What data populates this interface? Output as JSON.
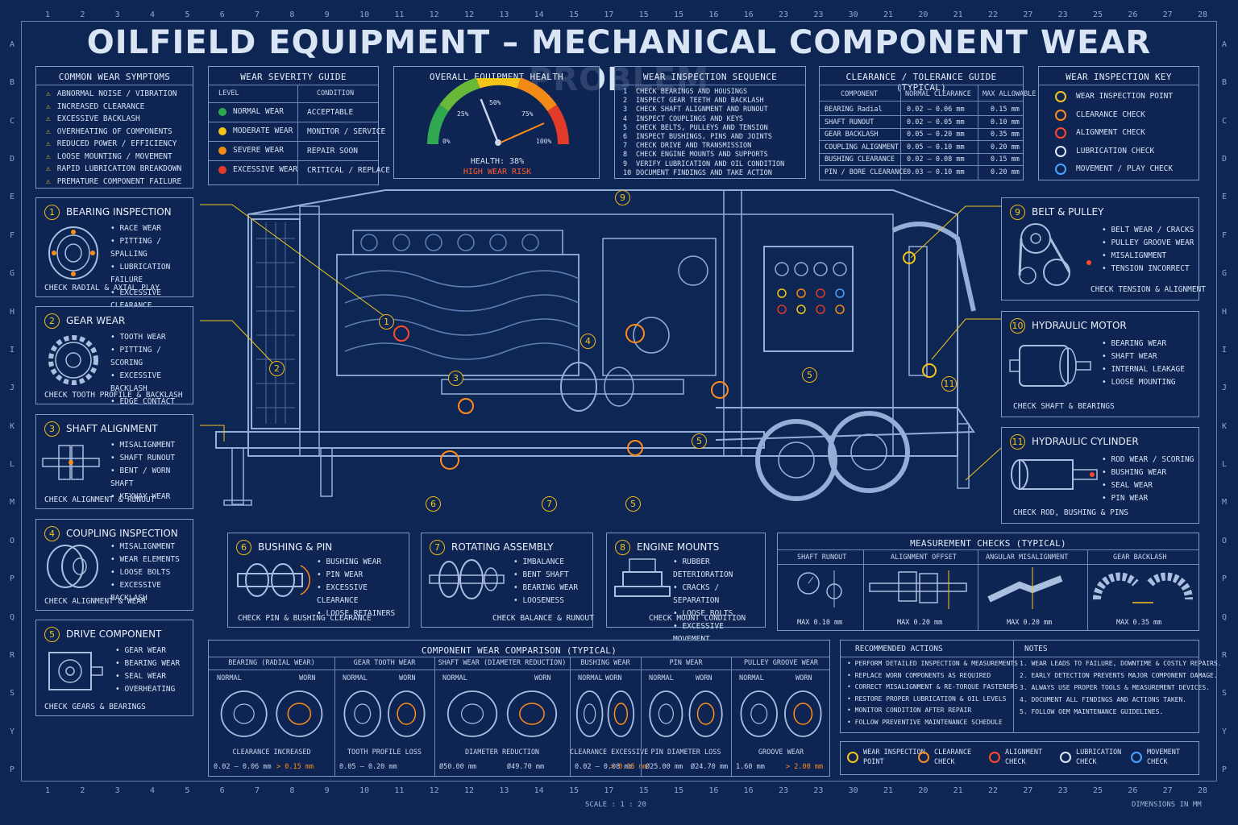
{
  "title": "OILFIELD EQUIPMENT – MECHANICAL COMPONENT WEAR PROBLEM",
  "ruler_top": [
    "1",
    "2",
    "3",
    "4",
    "5",
    "6",
    "7",
    "8",
    "9",
    "10",
    "11",
    "12",
    "12",
    "13",
    "14",
    "15",
    "17",
    "15",
    "15",
    "16",
    "16",
    "23",
    "23",
    "30",
    "21",
    "20",
    "21",
    "22",
    "27",
    "23",
    "25",
    "26",
    "27",
    "28"
  ],
  "ruler_left": [
    "A",
    "B",
    "C",
    "D",
    "E",
    "F",
    "G",
    "H",
    "I",
    "J",
    "K",
    "L",
    "M",
    "O",
    "P",
    "Q",
    "R",
    "S",
    "Y",
    "P"
  ],
  "symptoms": {
    "title": "COMMON WEAR SYMPTOMS",
    "items": [
      "ABNORMAL NOISE / VIBRATION",
      "INCREASED CLEARANCE",
      "EXCESSIVE BACKLASH",
      "OVERHEATING OF COMPONENTS",
      "REDUCED POWER / EFFICIENCY",
      "LOOSE MOUNTING / MOVEMENT",
      "RAPID LUBRICATION BREAKDOWN",
      "PREMATURE COMPONENT FAILURE"
    ]
  },
  "severity": {
    "title": "WEAR SEVERITY GUIDE",
    "col_level": "LEVEL",
    "col_condition": "CONDITION",
    "rows": [
      {
        "level": "NORMAL WEAR",
        "condition": "ACCEPTABLE",
        "color": "#2fa84f"
      },
      {
        "level": "MODERATE WEAR",
        "condition": "MONITOR / SERVICE",
        "color": "#f2c318"
      },
      {
        "level": "SEVERE WEAR",
        "condition": "REPAIR SOON",
        "color": "#f28a18"
      },
      {
        "level": "EXCESSIVE WEAR",
        "condition": "CRITICAL / REPLACE",
        "color": "#e23b2a"
      }
    ]
  },
  "health": {
    "title": "OVERALL EQUIPMENT HEALTH",
    "value": 38,
    "labels": [
      "0%",
      "25%",
      "50%",
      "75%",
      "100%"
    ],
    "health_text": "HEALTH: 38%",
    "risk_text": "HIGH WEAR RISK"
  },
  "sequence": {
    "title": "WEAR INSPECTION SEQUENCE",
    "items": [
      "CHECK BEARINGS AND HOUSINGS",
      "INSPECT GEAR TEETH AND BACKLASH",
      "CHECK SHAFT ALIGNMENT AND RUNOUT",
      "INSPECT COUPLINGS AND KEYS",
      "CHECK BELTS, PULLEYS AND TENSION",
      "INSPECT BUSHINGS, PINS AND JOINTS",
      "CHECK DRIVE AND TRANSMISSION",
      "CHECK ENGINE MOUNTS AND SUPPORTS",
      "VERIFY LUBRICATION AND OIL CONDITION",
      "DOCUMENT FINDINGS AND TAKE ACTION"
    ]
  },
  "clearance": {
    "title": "CLEARANCE / TOLERANCE GUIDE (TYPICAL)",
    "headers": [
      "COMPONENT",
      "NORMAL CLEARANCE",
      "MAX ALLOWABLE"
    ],
    "rows": [
      [
        "BEARING Radial",
        "0.02 – 0.06 mm",
        "0.15 mm"
      ],
      [
        "SHAFT RUNOUT",
        "0.02 – 0.05 mm",
        "0.10 mm"
      ],
      [
        "GEAR BACKLASH",
        "0.05 – 0.20 mm",
        "0.35 mm"
      ],
      [
        "COUPLING ALIGNMENT",
        "0.05 – 0.10 mm",
        "0.20 mm"
      ],
      [
        "BUSHING CLEARANCE",
        "0.02 – 0.08 mm",
        "0.15 mm"
      ],
      [
        "PIN / BORE CLEARANCE",
        "0.03 – 0.10 mm",
        "0.20 mm"
      ]
    ]
  },
  "key": {
    "title": "WEAR INSPECTION KEY",
    "items": [
      {
        "label": "WEAR INSPECTION POINT",
        "icon": "inspection-point-icon",
        "color": "#f5c518"
      },
      {
        "label": "CLEARANCE CHECK",
        "icon": "clearance-check-icon",
        "color": "#ff8c1a"
      },
      {
        "label": "ALIGNMENT CHECK",
        "icon": "alignment-check-icon",
        "color": "#ff4a2a"
      },
      {
        "label": "LUBRICATION CHECK",
        "icon": "lubrication-check-icon",
        "color": "#dfe8f6"
      },
      {
        "label": "MOVEMENT / PLAY CHECK",
        "icon": "movement-check-icon",
        "color": "#4aa3ff"
      }
    ]
  },
  "cards": {
    "c1": {
      "num": "1",
      "title": "BEARING INSPECTION",
      "items": [
        "RACE WEAR",
        "PITTING / SPALLING",
        "LUBRICATION FAILURE",
        "EXCESSIVE CLEARANCE"
      ],
      "foot": "CHECK RADIAL & AXIAL PLAY"
    },
    "c2": {
      "num": "2",
      "title": "GEAR WEAR",
      "items": [
        "TOOTH WEAR",
        "PITTING / SCORING",
        "EXCESSIVE BACKLASH",
        "EDGE CONTACT"
      ],
      "foot": "CHECK TOOTH PROFILE & BACKLASH"
    },
    "c3": {
      "num": "3",
      "title": "SHAFT ALIGNMENT",
      "items": [
        "MISALIGNMENT",
        "SHAFT RUNOUT",
        "BENT / WORN SHAFT",
        "KEYWAY WEAR"
      ],
      "foot": "CHECK ALIGNMENT & RUNOUT"
    },
    "c4": {
      "num": "4",
      "title": "COUPLING INSPECTION",
      "items": [
        "MISALIGNMENT",
        "WEAR ELEMENTS",
        "LOOSE BOLTS",
        "EXCESSIVE BACKLASH"
      ],
      "foot": "CHECK ALIGNMENT & WEAR"
    },
    "c5": {
      "num": "5",
      "title": "DRIVE COMPONENT",
      "items": [
        "GEAR WEAR",
        "BEARING WEAR",
        "SEAL WEAR",
        "OVERHEATING"
      ],
      "foot": "CHECK GEARS & BEARINGS"
    },
    "c6": {
      "num": "6",
      "title": "BUSHING & PIN",
      "items": [
        "BUSHING WEAR",
        "PIN WEAR",
        "EXCESSIVE CLEARANCE",
        "LOOSE RETAINERS"
      ],
      "foot": "CHECK PIN & BUSHING CLEARANCE"
    },
    "c7": {
      "num": "7",
      "title": "ROTATING ASSEMBLY",
      "items": [
        "IMBALANCE",
        "BENT SHAFT",
        "BEARING WEAR",
        "LOOSENESS"
      ],
      "foot": "CHECK BALANCE & RUNOUT"
    },
    "c8": {
      "num": "8",
      "title": "ENGINE MOUNTS",
      "items": [
        "RUBBER DETERIORATION",
        "CRACKS / SEPARATION",
        "LOOSE BOLTS",
        "EXCESSIVE MOVEMENT"
      ],
      "foot": "CHECK MOUNT CONDITION"
    },
    "c9": {
      "num": "9",
      "title": "BELT & PULLEY",
      "items": [
        "BELT WEAR / CRACKS",
        "PULLEY GROOVE WEAR",
        "MISALIGNMENT",
        "TENSION INCORRECT"
      ],
      "foot": "CHECK TENSION & ALIGNMENT"
    },
    "c10": {
      "num": "10",
      "title": "HYDRAULIC MOTOR",
      "items": [
        "BEARING WEAR",
        "SHAFT WEAR",
        "INTERNAL LEAKAGE",
        "LOOSE MOUNTING"
      ],
      "foot": "CHECK SHAFT & BEARINGS"
    },
    "c11": {
      "num": "11",
      "title": "HYDRAULIC CYLINDER",
      "items": [
        "ROD WEAR / SCORING",
        "BUSHING WEAR",
        "SEAL WEAR",
        "PIN WEAR"
      ],
      "foot": "CHECK ROD, BUSHING & PINS"
    }
  },
  "callouts": [
    "1",
    "2",
    "3",
    "4",
    "5",
    "6",
    "7",
    "5",
    "9",
    "11",
    "5"
  ],
  "measurement": {
    "title": "MEASUREMENT CHECKS (TYPICAL)",
    "cols": [
      {
        "label": "SHAFT RUNOUT",
        "max": "MAX 0.10 mm"
      },
      {
        "label": "ALIGNMENT OFFSET",
        "max": "MAX 0.20 mm"
      },
      {
        "label": "ANGULAR MISALIGNMENT",
        "max": "MAX 0.20 mm"
      },
      {
        "label": "GEAR BACKLASH",
        "max": "MAX 0.35 mm"
      }
    ]
  },
  "comparison": {
    "title": "COMPONENT WEAR COMPARISON (TYPICAL)",
    "normal": "NORMAL",
    "worn": "WORN",
    "cols": [
      {
        "label": "BEARING (RADIAL WEAR)",
        "caption": "CLEARANCE  INCREASED",
        "v1": "0.02 – 0.06 mm",
        "v2": "> 0.15 mm"
      },
      {
        "label": "GEAR TOOTH WEAR",
        "caption": "TOOTH PROFILE LOSS",
        "v1": "0.05 – 0.20 mm",
        "v2": ""
      },
      {
        "label": "SHAFT WEAR (DIAMETER REDUCTION)",
        "caption": "DIAMETER REDUCTION",
        "v1": "Ø50.00 mm",
        "v2": "Ø49.70 mm"
      },
      {
        "label": "BUSHING WEAR",
        "caption": "CLEARANCE EXCESSIVE",
        "v1": "0.02 – 0.08 mm",
        "v2": "> 0.15 mm"
      },
      {
        "label": "PIN WEAR",
        "caption": "PIN DIAMETER LOSS",
        "v1": "Ø25.00 mm",
        "v2": "Ø24.70 mm"
      },
      {
        "label": "PULLEY GROOVE WEAR",
        "caption": "GROOVE WEAR",
        "v1": "1.60 mm",
        "v2": "> 2.00 mm"
      }
    ]
  },
  "actions": {
    "title": "RECOMMENDED ACTIONS",
    "items": [
      "PERFORM DETAILED INSPECTION & MEASUREMENTS",
      "REPLACE WORN COMPONENTS AS REQUIRED",
      "CORRECT MISALIGNMENT & RE-TORQUE FASTENERS",
      "RESTORE PROPER LUBRICATION & OIL LEVELS",
      "MONITOR CONDITION AFTER REPAIR",
      "FOLLOW PREVENTIVE MAINTENANCE SCHEDULE"
    ]
  },
  "notes": {
    "title": "NOTES",
    "items": [
      "1. WEAR LEADS TO FAILURE, DOWNTIME & COSTLY REPAIRS.",
      "2. EARLY DETECTION PREVENTS MAJOR COMPONENT DAMAGE.",
      "3. ALWAYS USE PROPER TOOLS & MEASUREMENT DEVICES.",
      "4. DOCUMENT ALL FINDINGS AND ACTIONS TAKEN.",
      "5. FOLLOW OEM MAINTENANCE GUIDELINES."
    ]
  },
  "legend": [
    {
      "l1": "WEAR INSPECTION",
      "l2": "POINT",
      "color": "#f5c518"
    },
    {
      "l1": "CLEARANCE",
      "l2": "CHECK",
      "color": "#ff8c1a"
    },
    {
      "l1": "ALIGNMENT",
      "l2": "CHECK",
      "color": "#ff4a2a"
    },
    {
      "l1": "LUBRICATION",
      "l2": "CHECK",
      "color": "#dfe8f6"
    },
    {
      "l1": "MOVEMENT",
      "l2": "CHECK",
      "color": "#4aa3ff"
    }
  ],
  "footer": {
    "scale": "SCALE : 1 : 20",
    "dims": "DIMENSIONS IN MM"
  }
}
